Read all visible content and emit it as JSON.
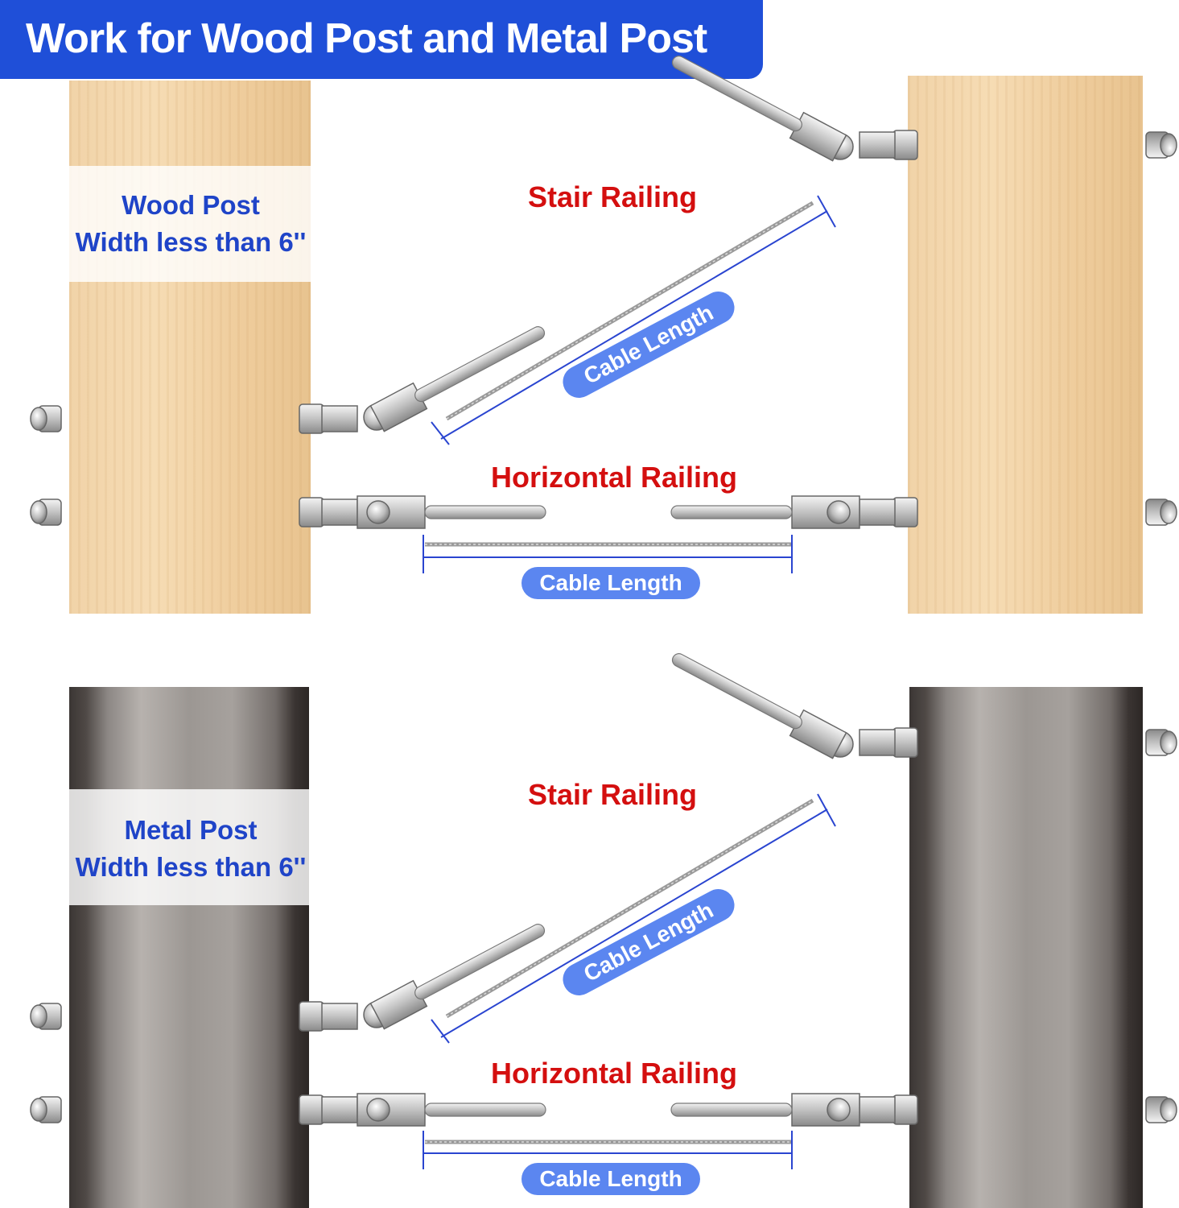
{
  "banner": {
    "title": "Work for Wood Post and Metal Post"
  },
  "wood_section": {
    "post_label_line1": "Wood Post",
    "post_label_line2": "Width less than 6''",
    "stair_label": "Stair Railing",
    "stair_cable_label": "Cable Length",
    "horizontal_label": "Horizontal Railing",
    "horizontal_cable_label": "Cable Length"
  },
  "metal_section": {
    "post_label_line1": "Metal Post",
    "post_label_line2": "Width less than 6''",
    "stair_label": "Stair Railing",
    "stair_cable_label": "Cable Length",
    "horizontal_label": "Horizontal Railing",
    "horizontal_cable_label": "Cable Length"
  },
  "colors": {
    "banner": "#1f4fd8",
    "post_label": "#1f44c8",
    "railing_label": "#d40f0f",
    "cable_pill": "#5b86f0",
    "dimension_line": "#2a45d0"
  }
}
